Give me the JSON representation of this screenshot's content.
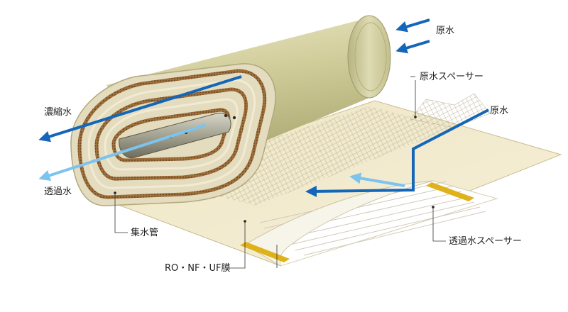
{
  "labels": {
    "feed_water_top": "原水",
    "feed_spacer": "原水スペーサー",
    "feed_water_right": "原水",
    "concentrate": "濃縮水",
    "permeate": "透過水",
    "collection_tube": "集水管",
    "membrane": "RO・NF・UF膜",
    "permeate_spacer": "透過水スペーサー"
  },
  "colors": {
    "flow_dark": "#1466b8",
    "flow_light": "#7cc3ee",
    "cylinder": "#d2cfa0",
    "sheet": "#f0e6c4",
    "edge_tape": "#e0b21a"
  }
}
